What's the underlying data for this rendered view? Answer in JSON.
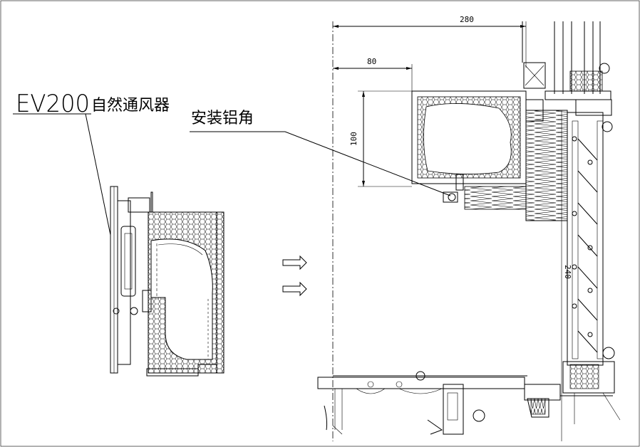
{
  "labels": {
    "product_code": "EV200",
    "product_name": "自然通风器",
    "aluminum_angle": "安装铝角"
  },
  "dimensions": {
    "overall_width": "280",
    "offset_width": "80",
    "box_height": "100",
    "vertical_run": "240"
  }
}
